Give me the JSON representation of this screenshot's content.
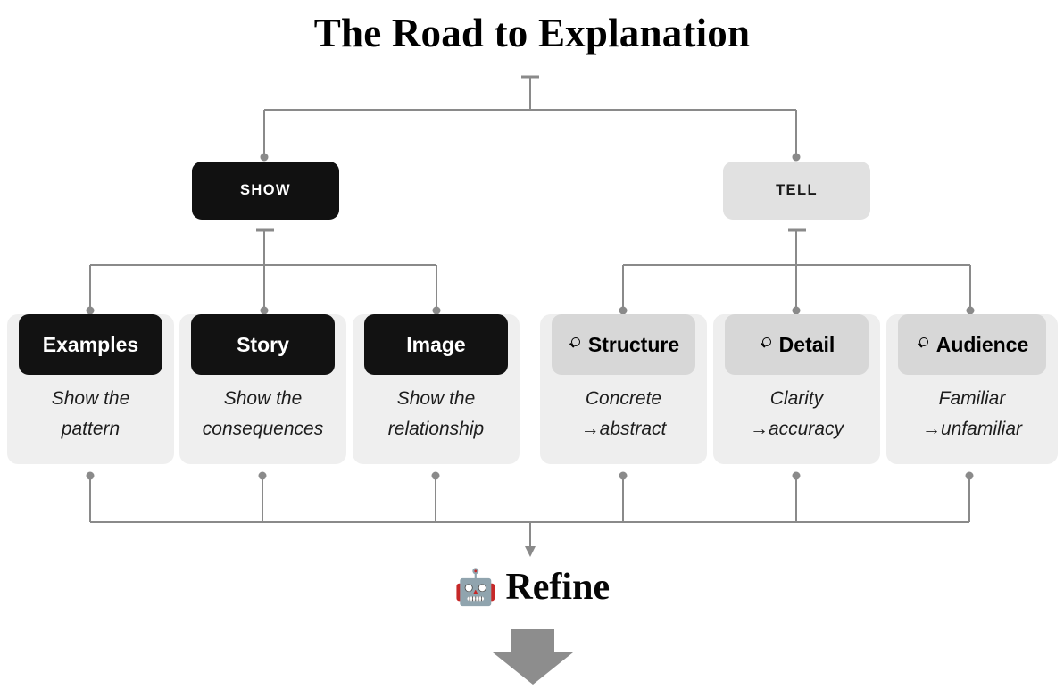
{
  "title": "The Road to Explanation",
  "branches": [
    {
      "label": "SHOW",
      "style": "dark"
    },
    {
      "label": "TELL",
      "style": "light"
    }
  ],
  "cards": [
    {
      "header": "Examples",
      "icon": null,
      "header_style": "dark",
      "lines": [
        "Show the",
        "pattern"
      ]
    },
    {
      "header": "Story",
      "icon": null,
      "header_style": "dark",
      "lines": [
        "Show the",
        "consequences"
      ]
    },
    {
      "header": "Image",
      "icon": null,
      "header_style": "dark",
      "lines": [
        "Show the",
        "relationship"
      ]
    },
    {
      "header": "Structure",
      "icon": "magnifier-icon",
      "header_style": "grey",
      "lines": [
        "Concrete",
        "→abstract"
      ]
    },
    {
      "header": "Detail",
      "icon": "magnifier-icon",
      "header_style": "grey",
      "lines": [
        "Clarity",
        "→accuracy"
      ]
    },
    {
      "header": "Audience",
      "icon": "magnifier-icon",
      "header_style": "grey",
      "lines": [
        "Familiar",
        "→unfamiliar"
      ]
    }
  ],
  "footer": {
    "emoji": "🤖",
    "label": "Refine"
  },
  "colors": {
    "dark_box": "#111111",
    "light_box": "#e1e1e1",
    "card_body": "#efefef",
    "card_header_grey": "#d7d7d7",
    "connector": "#8a8a8a",
    "arrow": "#8d8d8d",
    "text_dark": "#000000",
    "text_light": "#ffffff"
  }
}
